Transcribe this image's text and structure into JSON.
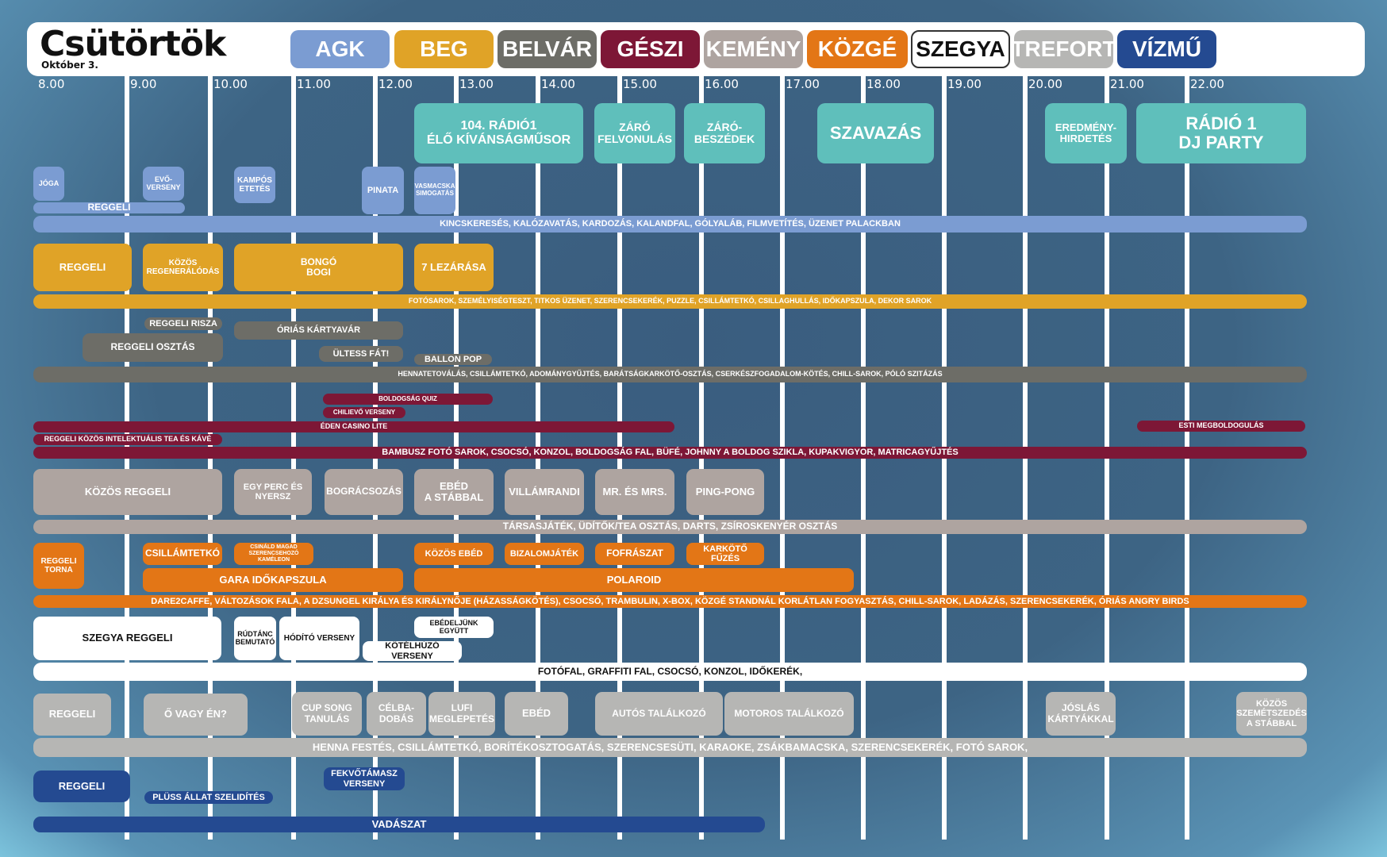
{
  "header": {
    "title": "Csütörtök",
    "date": "Október 3."
  },
  "teams": [
    {
      "label": "AGK",
      "bg": "#7b9cd2",
      "fg": "#ffffff"
    },
    {
      "label": "BEG",
      "bg": "#e0a327",
      "fg": "#ffffff"
    },
    {
      "label": "BELVÁR",
      "bg": "#6d6d67",
      "fg": "#ffffff"
    },
    {
      "label": "GÉSZI",
      "bg": "#7d1736",
      "fg": "#ffffff"
    },
    {
      "label": "KEMÉNY",
      "bg": "#aea4a0",
      "fg": "#ffffff"
    },
    {
      "label": "KÖZGÉ",
      "bg": "#e37616",
      "fg": "#ffffff"
    },
    {
      "label": "SZEGYA",
      "bg": "#ffffff",
      "fg": "#111111"
    },
    {
      "label": "TREFORT",
      "bg": "#b6b6b4",
      "fg": "#ffffff"
    },
    {
      "label": "VÍZMŰ",
      "bg": "#244a91",
      "fg": "#ffffff"
    }
  ],
  "hours": [
    "8.00",
    "9.00",
    "10.00",
    "11.00",
    "12.00",
    "13.00",
    "14.00",
    "15.00",
    "16.00",
    "17.00",
    "18.00",
    "19.00",
    "20.00",
    "21.00",
    "22.00"
  ],
  "events": [
    {
      "text": "104. RÁDIÓ1\nÉLŐ KÍVÁNSÁGMŰSOR",
      "team": "common"
    },
    {
      "text": "ZÁRÓ\nFELVONULÁS",
      "team": "common"
    },
    {
      "text": "ZÁRÓ-\nBESZÉDEK",
      "team": "common"
    },
    {
      "text": "SZAVAZÁS",
      "team": "common"
    },
    {
      "text": "EREDMÉNY-\nHIRDETÉS",
      "team": "common"
    },
    {
      "text": "RÁDIÓ 1\nDJ PARTY",
      "team": "common"
    },
    {
      "text": "JÓGA",
      "team": "AGK"
    },
    {
      "text": "EVŐ-\nVERSENY",
      "team": "AGK"
    },
    {
      "text": "KAMPÓS\nETETÉS",
      "team": "AGK"
    },
    {
      "text": "PINATA",
      "team": "AGK"
    },
    {
      "text": "VASMACSKA\nSIMOGATÁS",
      "team": "AGK"
    },
    {
      "text": "REGGELI",
      "team": "AGK"
    },
    {
      "text": "KINCSKERESÉS, KALÓZAVATÁS, KARDOZÁS, KALANDFAL, GÓLYALÁB, FILMVETÍTÉS, ÜZENET PALACKBAN",
      "team": "AGK"
    },
    {
      "text": "REGGELI",
      "team": "BEG"
    },
    {
      "text": "KÖZÖS\nREGENERÁLÓDÁS",
      "team": "BEG"
    },
    {
      "text": "BONGÓ\nBOGI",
      "team": "BEG"
    },
    {
      "text": "7 LEZÁRÁSA",
      "team": "BEG"
    },
    {
      "text": "FOTÓSAROK, SZEMÉLYISÉGTESZT, TITKOS ÜZENET, SZERENCSEKERÉK, PUZZLE, CSILLÁMTETKÓ, CSILLAGHULLÁS, IDŐKAPSZULA, DEKOR SAROK",
      "team": "BEG"
    },
    {
      "text": "REGGELI RISZA",
      "team": "BELVÁR"
    },
    {
      "text": "ÓRIÁS KÁRTYAVÁR",
      "team": "BELVÁR"
    },
    {
      "text": "REGGELI OSZTÁS",
      "team": "BELVÁR"
    },
    {
      "text": "ÜLTESS FÁT!",
      "team": "BELVÁR"
    },
    {
      "text": "BALLON POP",
      "team": "BELVÁR"
    },
    {
      "text": "HENNATETOVÁLÁS, CSILLÁMTETKÓ, ADOMÁNYGYŰJTÉS, BARÁTSÁGKARKÖTŐ-OSZTÁS, CSERKÉSZFOGADALOM-KÖTÉS, CHILL-SAROK, PÓLÓ SZITÁZÁS",
      "team": "BELVÁR"
    },
    {
      "text": "BOLDOGSÁG QUIZ",
      "team": "GÉSZI"
    },
    {
      "text": "CHILIEVŐ VERSENY",
      "team": "GÉSZI"
    },
    {
      "text": "ÉDEN CASINO LITE",
      "team": "GÉSZI"
    },
    {
      "text": "ESTI MEGBOLDOGULÁS",
      "team": "GÉSZI"
    },
    {
      "text": "REGGELI KÖZÖS INTELEKTUÁLIS TEA ÉS KÁVÉ",
      "team": "GÉSZI"
    },
    {
      "text": "BAMBUSZ FOTÓ SAROK, CSOCSÓ, KONZOL, BOLDOGSÁG FAL, BÜFÉ, JOHNNY A BOLDOG SZIKLA, KUPAKVIGYOR, MATRICAGYŰJTÉS",
      "team": "GÉSZI"
    },
    {
      "text": "KÖZÖS REGGELI",
      "team": "KEMÉNY"
    },
    {
      "text": "EGY PERC ÉS\nNYERSZ",
      "team": "KEMÉNY"
    },
    {
      "text": "BOGRÁCSOZÁS",
      "team": "KEMÉNY"
    },
    {
      "text": "EBÉD\nA STÁBBAL",
      "team": "KEMÉNY"
    },
    {
      "text": "VILLÁMRANDI",
      "team": "KEMÉNY"
    },
    {
      "text": "MR. ÉS MRS.",
      "team": "KEMÉNY"
    },
    {
      "text": "PING-PONG",
      "team": "KEMÉNY"
    },
    {
      "text": "TÁRSASJÁTÉK, ÜDÍTŐK/TEA OSZTÁS, DARTS, ZSÍROSKENYÉR OSZTÁS",
      "team": "KEMÉNY"
    },
    {
      "text": "REGGELI\nTORNA",
      "team": "KÖZGÉ"
    },
    {
      "text": "CSILLÁMTETKÓ",
      "team": "KÖZGÉ"
    },
    {
      "text": "CSINÁLD MAGAD\nSZERENCSEHOZÓ\nKAMÉLEON",
      "team": "KÖZGÉ"
    },
    {
      "text": "KÖZÖS EBÉD",
      "team": "KÖZGÉ"
    },
    {
      "text": "BIZALOMJÁTÉK",
      "team": "KÖZGÉ"
    },
    {
      "text": "FOFRÁSZAT",
      "team": "KÖZGÉ"
    },
    {
      "text": "KARKÖTŐ FŰZÉS",
      "team": "KÖZGÉ"
    },
    {
      "text": "GARA IDŐKAPSZULA",
      "team": "KÖZGÉ"
    },
    {
      "text": "POLAROID",
      "team": "KÖZGÉ"
    },
    {
      "text": "DARE2CAFFE, VÁLTOZÁSOK FALA, A DZSUNGEL KIRÁLYA ÉS KIRÁLYNŐJE (HÁZASSÁGKÖTÉS), CSOCSÓ, TRAMBULIN, X-BOX, KÖZGÉ STANDNÁL KORLÁTLAN FOGYASZTÁS, CHILL-SAROK, LADÁZÁS, SZERENCSEKERÉK, ÓRIÁS ANGRY BIRDS",
      "team": "KÖZGÉ"
    },
    {
      "text": "SZEGYA REGGELI",
      "team": "SZEGYA"
    },
    {
      "text": "RÚDTÁNC\nBEMUTATÓ",
      "team": "SZEGYA"
    },
    {
      "text": "HÓDÍTÓ VERSENY",
      "team": "SZEGYA"
    },
    {
      "text": "EBÉDELJÜNK EGYÜTT",
      "team": "SZEGYA"
    },
    {
      "text": "KÖTÉLHÚZÓ VERSENY",
      "team": "SZEGYA"
    },
    {
      "text": "FOTÓFAL, GRAFFITI FAL, CSOCSÓ, KONZOL, IDŐKERÉK,",
      "team": "SZEGYA"
    },
    {
      "text": "REGGELI",
      "team": "TREFORT"
    },
    {
      "text": "Ő VAGY ÉN?",
      "team": "TREFORT"
    },
    {
      "text": "CUP SONG\nTANULÁS",
      "team": "TREFORT"
    },
    {
      "text": "CÉLBA-\nDOBÁS",
      "team": "TREFORT"
    },
    {
      "text": "LUFI\nMEGLEPETÉS",
      "team": "TREFORT"
    },
    {
      "text": "EBÉD",
      "team": "TREFORT"
    },
    {
      "text": "AUTÓS TALÁLKOZÓ",
      "team": "TREFORT"
    },
    {
      "text": "MOTOROS TALÁLKOZÓ",
      "team": "TREFORT"
    },
    {
      "text": "JÓSLÁS\nKÁRTYÁKKAL",
      "team": "TREFORT"
    },
    {
      "text": "KÖZÖS\nSZEMÉTSZEDÉS\nA STÁBBAL",
      "team": "TREFORT"
    },
    {
      "text": "HENNA FESTÉS, CSILLÁMTETKÓ, BORÍTÉKOSZTOGATÁS, SZERENCSESÜTI, KARAOKE, ZSÁKBAMACSKA, SZERENCSEKERÉK, FOTÓ SAROK,",
      "team": "TREFORT"
    },
    {
      "text": "REGGELI",
      "team": "VÍZMŰ"
    },
    {
      "text": "PLÜSS ÁLLAT SZELIDÍTÉS",
      "team": "VÍZMŰ"
    },
    {
      "text": "FEKVŐTÁMASZ\nVERSENY",
      "team": "VÍZMŰ"
    },
    {
      "text": "VADÁSZAT",
      "team": "VÍZMŰ"
    }
  ],
  "colors": {
    "common": "#5fbfbb",
    "AGK": "#7b9cd2",
    "BEG": "#e0a327",
    "BELVÁR": "#6d6d67",
    "GÉSZI": "#7d1736",
    "KEMÉNY": "#aea4a0",
    "KÖZGÉ": "#e37616",
    "SZEGYA": "#ffffff",
    "TREFORT": "#b6b6b4",
    "VÍZMŰ": "#244a91"
  }
}
